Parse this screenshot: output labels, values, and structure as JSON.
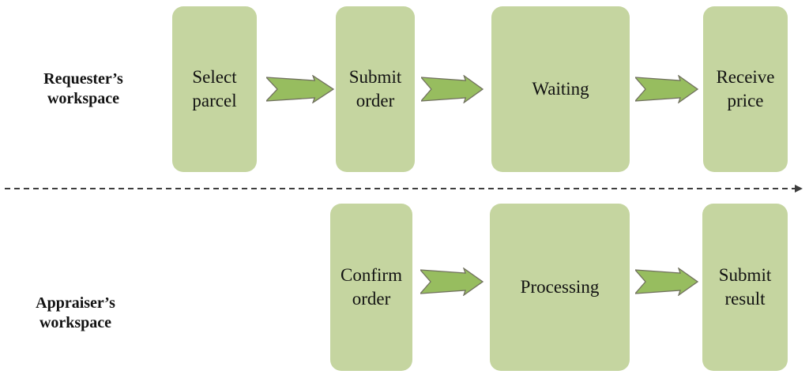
{
  "colors": {
    "box-fill": "#c5d5a0",
    "arrow-fill": "#97bd5f",
    "arrow-stroke": "#71715f",
    "divider": "#3d3d3d",
    "text": "#121212"
  },
  "lanes": [
    {
      "label": "Requester’s workspace",
      "steps": [
        "Select parcel",
        "Submit order",
        "Waiting",
        "Receive price"
      ]
    },
    {
      "label": "Appraiser’s workspace",
      "steps": [
        "Confirm order",
        "Processing",
        "Submit result"
      ]
    }
  ]
}
